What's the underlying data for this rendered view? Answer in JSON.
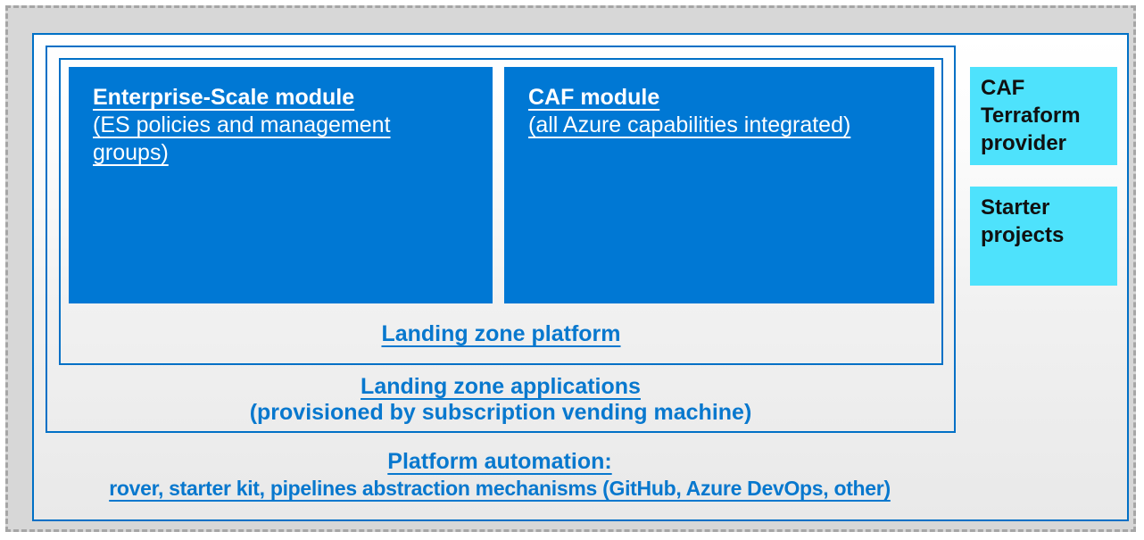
{
  "diagram": {
    "landing_zone_platform": {
      "label": "Landing zone platform",
      "modules": [
        {
          "title": "Enterprise-Scale module",
          "subtitle": "(ES policies and management groups)"
        },
        {
          "title": "CAF module",
          "subtitle": "(all Azure capabilities integrated)"
        }
      ]
    },
    "landing_zone_applications": {
      "label": "Landing zone applications",
      "sublabel": "(provisioned by subscription vending machine)"
    },
    "platform_automation": {
      "label": "Platform automation:",
      "sublabel": "rover, starter kit, pipelines abstraction mechanisms (GitHub, Azure DevOps, other)"
    },
    "side_boxes": [
      {
        "label": "CAF Terraform provider"
      },
      {
        "label": "Starter projects"
      }
    ]
  },
  "colors": {
    "module_fill": "#0078D4",
    "border_blue": "#0070C6",
    "accent_text": "#0878CE",
    "side_fill": "#4EE2FC",
    "side_text": "#101010",
    "frame_gray": "#A6A6A6"
  }
}
